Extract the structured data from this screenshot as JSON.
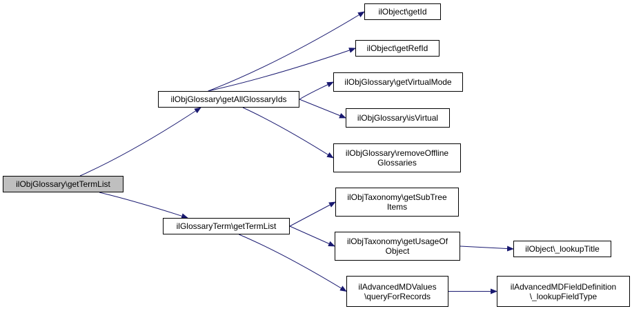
{
  "graph": {
    "nodes": [
      {
        "id": "root",
        "lines": [
          "ilObjGlossary\\getTermList"
        ],
        "root": true
      },
      {
        "id": "getAllGlossaryIds",
        "lines": [
          "ilObjGlossary\\getAllGlossaryIds"
        ]
      },
      {
        "id": "getId",
        "lines": [
          "ilObject\\getId"
        ]
      },
      {
        "id": "getRefId",
        "lines": [
          "ilObject\\getRefId"
        ]
      },
      {
        "id": "getVirtualMode",
        "lines": [
          "ilObjGlossary\\getVirtualMode"
        ]
      },
      {
        "id": "isVirtual",
        "lines": [
          "ilObjGlossary\\isVirtual"
        ]
      },
      {
        "id": "removeOffline",
        "lines": [
          "ilObjGlossary\\removeOffline",
          "Glossaries"
        ]
      },
      {
        "id": "termGetTermList",
        "lines": [
          "ilGlossaryTerm\\getTermList"
        ]
      },
      {
        "id": "getSubTree",
        "lines": [
          "ilObjTaxonomy\\getSubTree",
          "Items"
        ]
      },
      {
        "id": "getUsageOf",
        "lines": [
          "ilObjTaxonomy\\getUsageOf",
          "Object"
        ]
      },
      {
        "id": "lookupTitle",
        "lines": [
          "ilObject\\_lookupTitle"
        ]
      },
      {
        "id": "queryForRecords",
        "lines": [
          "ilAdvancedMDValues",
          "\\queryForRecords"
        ]
      },
      {
        "id": "lookupFieldType",
        "lines": [
          "ilAdvancedMDFieldDefinition",
          "\\_lookupFieldType"
        ]
      }
    ],
    "edges": [
      [
        "root",
        "getAllGlossaryIds"
      ],
      [
        "root",
        "termGetTermList"
      ],
      [
        "getAllGlossaryIds",
        "getId"
      ],
      [
        "getAllGlossaryIds",
        "getRefId"
      ],
      [
        "getAllGlossaryIds",
        "getVirtualMode"
      ],
      [
        "getAllGlossaryIds",
        "isVirtual"
      ],
      [
        "getAllGlossaryIds",
        "removeOffline"
      ],
      [
        "termGetTermList",
        "getSubTree"
      ],
      [
        "termGetTermList",
        "getUsageOf"
      ],
      [
        "termGetTermList",
        "queryForRecords"
      ],
      [
        "getUsageOf",
        "lookupTitle"
      ],
      [
        "queryForRecords",
        "lookupFieldType"
      ]
    ],
    "colors": {
      "edge": "#191970",
      "root_fill": "#bfbfbf",
      "node_fill": "#ffffff",
      "border": "#000000"
    }
  }
}
